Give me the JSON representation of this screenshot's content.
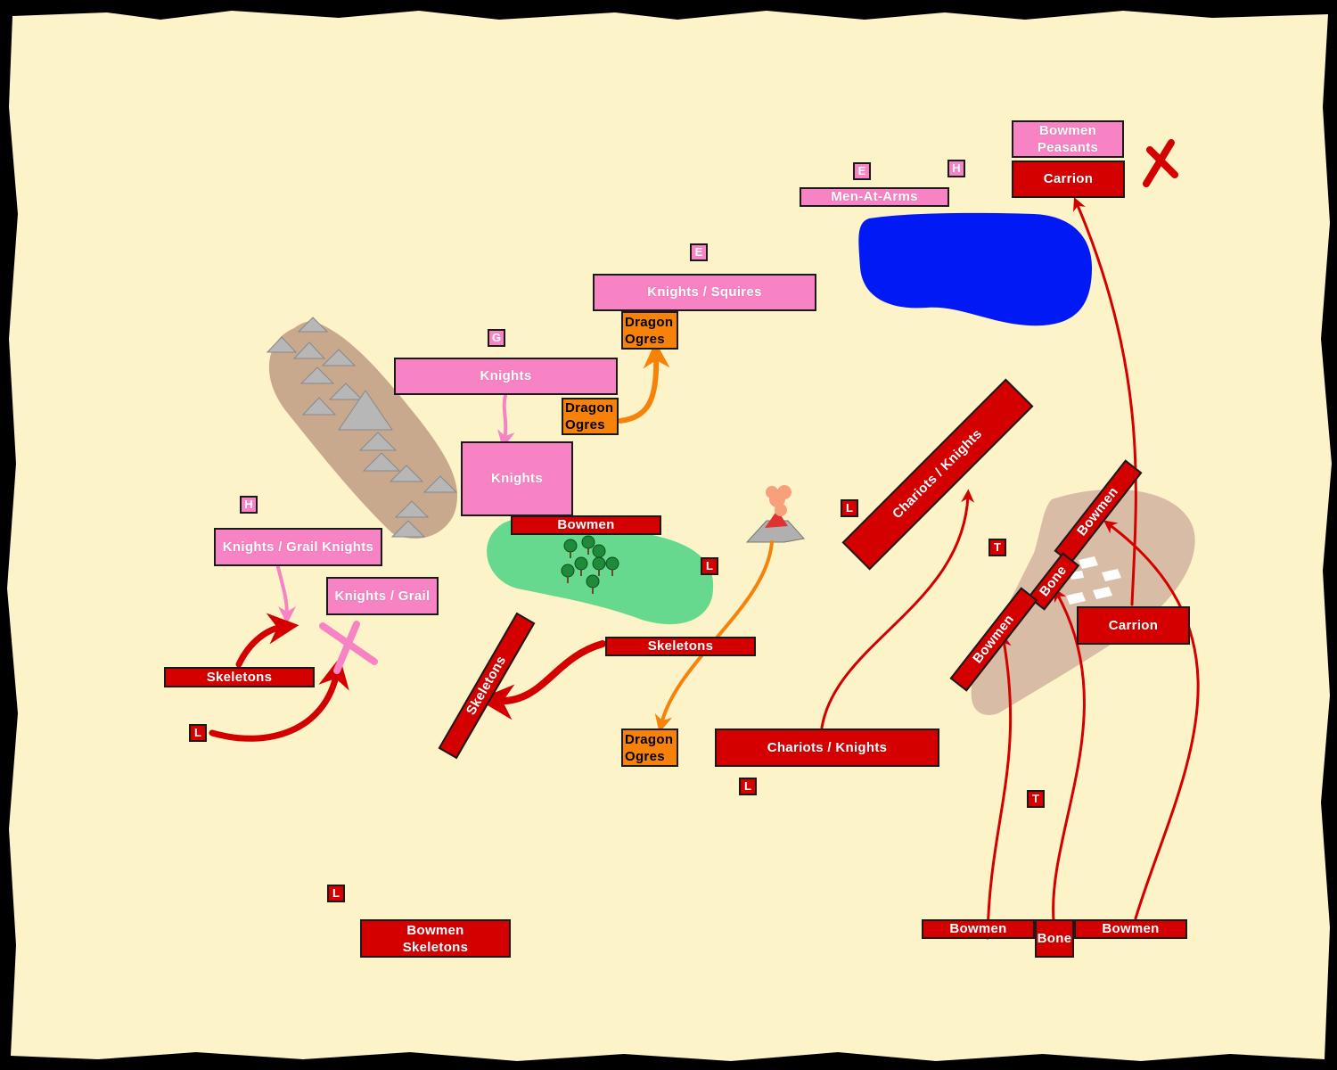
{
  "colors": {
    "parchment": "#fdf3c8",
    "frame": "#000000",
    "army_pink": "#f783c4",
    "army_red": "#d40000",
    "monster_orange": "#f7820a",
    "lake": "#0019f5",
    "forest": "#66d98f",
    "hills": "#d8bca6",
    "mountains": "#c9a98e"
  },
  "terrain": [
    {
      "name": "mountain-range-icon"
    },
    {
      "name": "forest-icon"
    },
    {
      "name": "lake"
    },
    {
      "name": "hill-icon"
    },
    {
      "name": "volcano-icon"
    }
  ],
  "units": {
    "knights_squires": {
      "lines": [
        "Knights / Squires"
      ],
      "side": "pink"
    },
    "men_at_arms": {
      "lines": [
        "Men-At-Arms"
      ],
      "side": "pink"
    },
    "bowmen_peasants": {
      "lines": [
        "Bowmen",
        "Peasants"
      ],
      "side": "pink"
    },
    "knights_upper": {
      "lines": [
        "Knights"
      ],
      "side": "pink"
    },
    "knights_lower": {
      "lines": [
        "Knights"
      ],
      "side": "pink"
    },
    "knights_grail_knights": {
      "lines": [
        "Knights / Grail Knights"
      ],
      "side": "pink"
    },
    "knights_grail": {
      "lines": [
        "Knights / Grail"
      ],
      "side": "pink"
    },
    "dragon_ogres_top": {
      "lines": [
        "Dragon",
        "Ogres"
      ],
      "side": "orange"
    },
    "dragon_ogres_mid": {
      "lines": [
        "Dragon",
        "Ogres"
      ],
      "side": "orange"
    },
    "dragon_ogres_bottom": {
      "lines": [
        "Dragon",
        "Ogres"
      ],
      "side": "orange"
    },
    "carrion_top": {
      "lines": [
        "Carrion"
      ],
      "side": "red"
    },
    "carrion_right": {
      "lines": [
        "Carrion"
      ],
      "side": "red"
    },
    "bowmen_forest": {
      "lines": [
        "Bowmen"
      ],
      "side": "red"
    },
    "skeletons_center": {
      "lines": [
        "Skeletons"
      ],
      "side": "red"
    },
    "skeletons_left": {
      "lines": [
        "Skeletons"
      ],
      "side": "red"
    },
    "skeletons_diagonal": {
      "lines": [
        "Skeletons"
      ],
      "side": "red"
    },
    "chariots_knights_bottom": {
      "lines": [
        "Chariots / Knights"
      ],
      "side": "red"
    },
    "chariots_knights_diagonal": {
      "lines": [
        "Chariots / Knights"
      ],
      "side": "red"
    },
    "bowmen_skeletons": {
      "lines": [
        "Bowmen",
        "Skeletons"
      ],
      "side": "red"
    },
    "bowmen_hill_upper": {
      "lines": [
        "Bowmen"
      ],
      "side": "red"
    },
    "bone_hill": {
      "lines": [
        "Bone"
      ],
      "side": "red"
    },
    "bowmen_hill_lower": {
      "lines": [
        "Bowmen"
      ],
      "side": "red"
    },
    "bowmen_bottom_left": {
      "lines": [
        "Bowmen"
      ],
      "side": "red"
    },
    "bone_bottom": {
      "lines": [
        "Bone"
      ],
      "side": "red"
    },
    "bowmen_bottom_right": {
      "lines": [
        "Bowmen"
      ],
      "side": "red"
    }
  },
  "markers": {
    "e_top": {
      "label": "E",
      "side": "pink"
    },
    "h_top": {
      "label": "H",
      "side": "pink"
    },
    "e_mid": {
      "label": "E",
      "side": "pink"
    },
    "g_mid": {
      "label": "G",
      "side": "pink"
    },
    "h_left": {
      "label": "H",
      "side": "pink"
    },
    "l_center": {
      "label": "L",
      "side": "red"
    },
    "l_forest": {
      "label": "L",
      "side": "red"
    },
    "t_right": {
      "label": "T",
      "side": "red"
    },
    "l_bottom_left": {
      "label": "L",
      "side": "red"
    },
    "l_bottom_center": {
      "label": "L",
      "side": "red"
    },
    "t_bottom": {
      "label": "T",
      "side": "red"
    },
    "l_lower_left": {
      "label": "L",
      "side": "red"
    }
  },
  "arrows": [
    {
      "from": "knights_upper",
      "to": "knights_lower",
      "side": "pink"
    },
    {
      "from": "knights_grail_knights",
      "to": "skeletons_left",
      "side": "pink"
    },
    {
      "from": "dragon_ogres_mid",
      "to": "dragon_ogres_top",
      "side": "orange"
    },
    {
      "from": "volcano",
      "to": "dragon_ogres_bottom",
      "side": "orange"
    },
    {
      "from": "skeletons_left",
      "to": "knights_grail_knights",
      "side": "red"
    },
    {
      "from": "l_lower_left",
      "to": "knights_grail",
      "side": "red"
    },
    {
      "from": "skeletons_center",
      "to": "skeletons_diagonal",
      "side": "red"
    },
    {
      "from": "chariots_knights_bottom",
      "to": "chariots_knights_diagonal",
      "side": "red"
    },
    {
      "from": "carrion_right",
      "to": "carrion_top",
      "side": "red"
    },
    {
      "from": "bowmen_bottom_left",
      "to": "bowmen_hill_lower",
      "side": "red"
    },
    {
      "from": "bone_bottom",
      "to": "bone_hill",
      "side": "red"
    },
    {
      "from": "bowmen_bottom_right",
      "to": "bowmen_hill_upper",
      "side": "red"
    }
  ],
  "casualties": [
    {
      "name": "destroyed-unit-pink-cross-icon",
      "side": "pink"
    },
    {
      "name": "destroyed-unit-red-cross-icon",
      "side": "red"
    }
  ]
}
